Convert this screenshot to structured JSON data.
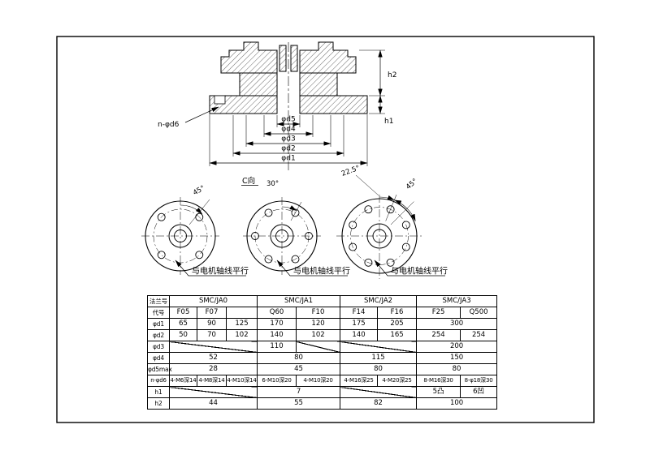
{
  "section_view": {
    "dims": [
      "φd5",
      "φd4",
      "φd3",
      "φd2",
      "φd1"
    ],
    "h1": "h1",
    "h2": "h2",
    "n_hole": "n-φd6"
  },
  "views": {
    "left": {
      "angle": "45°",
      "note": "与电机轴线平行"
    },
    "middle": {
      "label": "C向",
      "angle": "30°",
      "note": "与电机轴线平行"
    },
    "right": {
      "angle_a": "22.5°",
      "angle_b": "45°",
      "note": "与电机轴线平行"
    }
  },
  "table": {
    "flange_header": "法兰号",
    "code_header": "代号",
    "groups": [
      "SMC/JA0",
      "SMC/JA1",
      "SMC/JA2",
      "SMC/JA3"
    ],
    "codes": [
      "F05",
      "F07",
      "",
      "Q60",
      "F10",
      "F14",
      "F16",
      "F25",
      "Q500"
    ],
    "rows": {
      "d1": {
        "label": "φd1",
        "values": [
          "65",
          "90",
          "125",
          "170",
          "120",
          "175",
          "205",
          "300"
        ]
      },
      "d2": {
        "label": "φd2",
        "values": [
          "50",
          "70",
          "102",
          "140",
          "102",
          "140",
          "165",
          "254",
          "254"
        ]
      },
      "d3": {
        "label": "φd3",
        "v1": "110",
        "v2": "200"
      },
      "d4": {
        "label": "φd4",
        "values": [
          "52",
          "80",
          "115",
          "150"
        ]
      },
      "d5": {
        "label": "φd5max",
        "values": [
          "28",
          "45",
          "80",
          "80"
        ]
      },
      "d6": {
        "label": "n-φd6",
        "values": [
          "4-M6深14",
          "4-M8深14",
          "4-M10深14",
          "6-M10深20",
          "4-M10深20",
          "4-M16深25",
          "4-M20深25",
          "8-M16深30",
          "8-φ18深30"
        ]
      },
      "h1": {
        "label": "h1",
        "v1": "7",
        "v2": "5凸",
        "v3": "6凹"
      },
      "h2": {
        "label": "h2",
        "values": [
          "44",
          "55",
          "82",
          "100"
        ]
      }
    }
  }
}
